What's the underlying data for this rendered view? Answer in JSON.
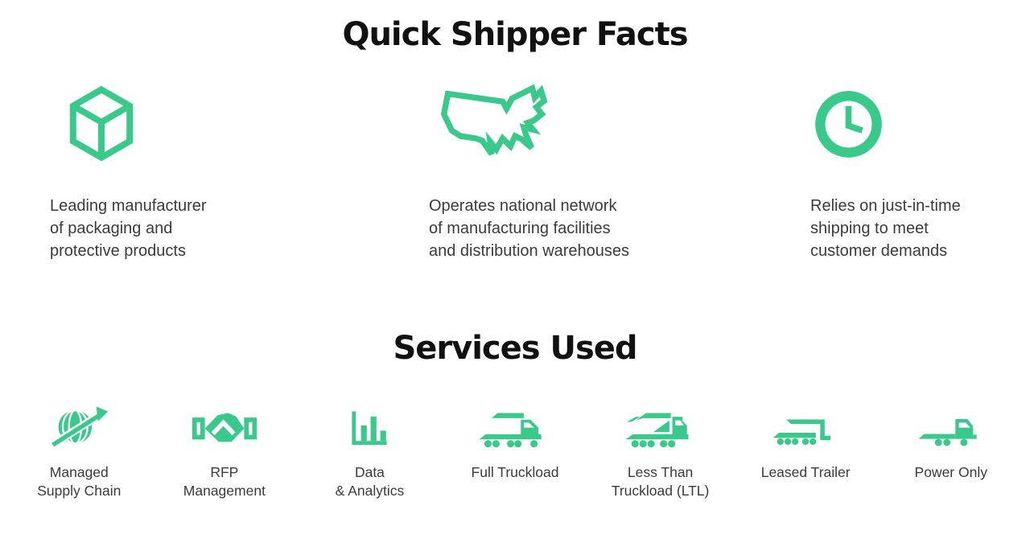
{
  "colors": {
    "accent_green": "#38C98B",
    "heading": "#111111",
    "body_text": "#3B3B3B",
    "background": "#FFFFFF"
  },
  "facts": {
    "title": "Quick Shipper Facts",
    "items": [
      {
        "icon": "cube-icon",
        "lines": [
          "Leading manufacturer",
          "of packaging and",
          "protective products"
        ]
      },
      {
        "icon": "usa-map-icon",
        "lines": [
          "Operates national network",
          "of manufacturing facilities",
          "and distribution warehouses"
        ]
      },
      {
        "icon": "clock-icon",
        "lines": [
          "Relies on just-in-time",
          "shipping to meet",
          "customer demands"
        ]
      }
    ]
  },
  "services": {
    "title": "Services Used",
    "items": [
      {
        "icon": "globe-arrow-icon",
        "lines": [
          "Managed",
          "Supply Chain"
        ]
      },
      {
        "icon": "handshake-icon",
        "lines": [
          "RFP",
          "Management"
        ]
      },
      {
        "icon": "bar-chart-icon",
        "lines": [
          "Data",
          "& Analytics"
        ]
      },
      {
        "icon": "truck-icon",
        "lines": [
          "Full Truckload"
        ]
      },
      {
        "icon": "ltl-truck-icon",
        "lines": [
          "Less Than",
          "Truckload (LTL)"
        ]
      },
      {
        "icon": "trailer-icon",
        "lines": [
          "Leased Trailer"
        ]
      },
      {
        "icon": "power-only-truck-icon",
        "lines": [
          "Power Only"
        ]
      }
    ]
  }
}
